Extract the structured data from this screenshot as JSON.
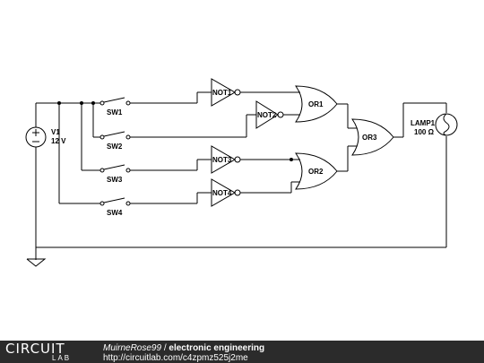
{
  "diagram": {
    "components": {
      "source": {
        "name": "V1",
        "value": "12 V"
      },
      "switches": [
        "SW1",
        "SW2",
        "SW3",
        "SW4"
      ],
      "not_gates": [
        "NOT1",
        "NOT2",
        "NOT3",
        "NOT4"
      ],
      "or_gates": [
        "OR1",
        "OR2",
        "OR3"
      ],
      "lamp": {
        "name": "LAMP1",
        "value": "100 Ω"
      }
    }
  },
  "footer": {
    "logo": "CIRCUIT",
    "logo_sub": "LAB",
    "author": "MuirneRose99",
    "separator": " / ",
    "title": "electronic engineering",
    "url": "http://circuitlab.com/c4zpmz525j2me"
  }
}
